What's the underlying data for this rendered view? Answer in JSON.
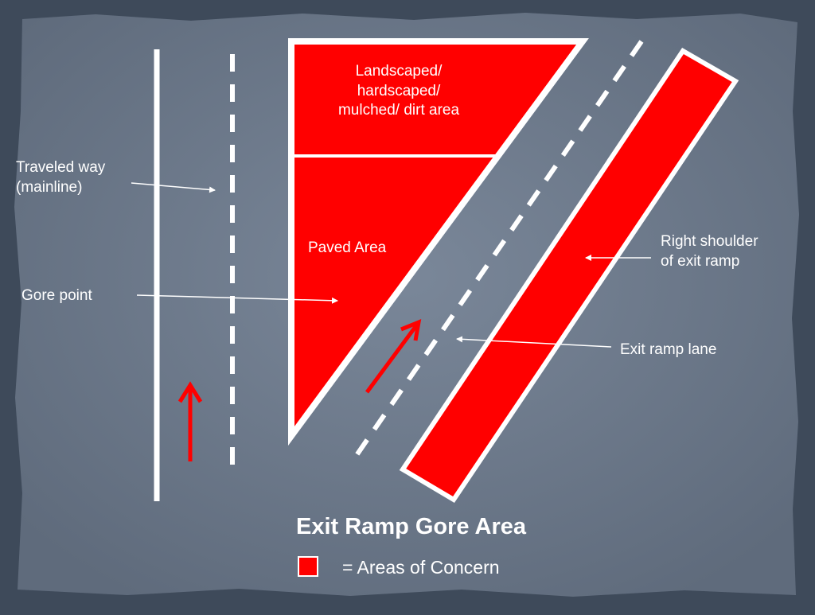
{
  "colors": {
    "concern_red": "#ff0000",
    "panel_bg": "#6f7c8e",
    "border_bg": "#3e4a5a",
    "line_white": "#ffffff"
  },
  "labels": {
    "landscaped_line1": "Landscaped/",
    "landscaped_line2": "hardscaped/",
    "landscaped_line3": "mulched/ dirt area",
    "paved_area": "Paved Area",
    "traveled_way_line1": "Traveled way",
    "traveled_way_line2": "(mainline)",
    "gore_point": "Gore point",
    "right_shoulder_line1": "Right shoulder",
    "right_shoulder_line2": "of exit ramp",
    "exit_ramp_lane": "Exit ramp lane"
  },
  "title": "Exit Ramp Gore Area",
  "legend": {
    "text": "= Areas of Concern"
  }
}
